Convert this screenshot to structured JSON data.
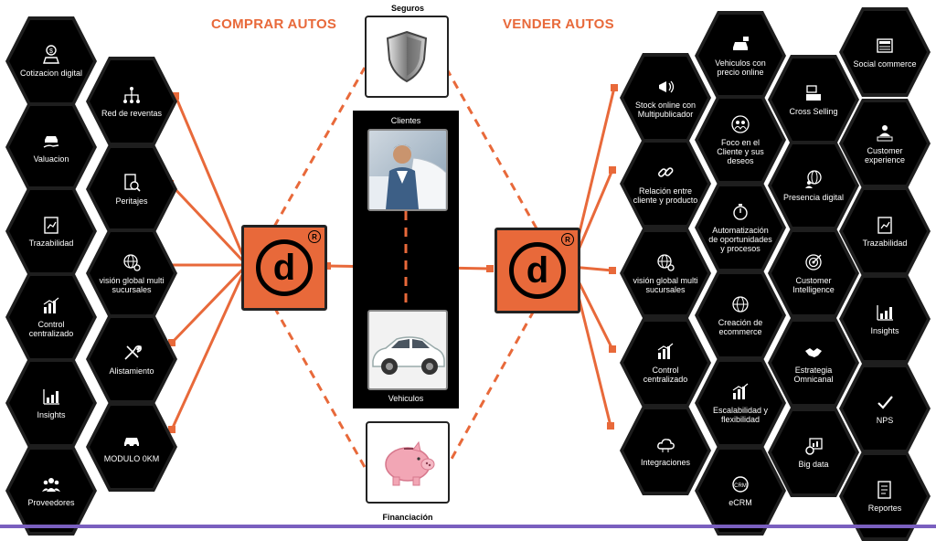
{
  "titles": {
    "comprar": "COMPRAR AUTOS",
    "vender": "VENDER AUTOS"
  },
  "boxes": {
    "seguros": "Seguros",
    "financiacion": "Financiación",
    "clientes": "Clientes",
    "vehiculos": "Vehiculos"
  },
  "logo": {
    "letter": "d",
    "reg": "R"
  },
  "colors": {
    "accent": "#e8693a",
    "hex_bg": "#000000",
    "hex_border": "#1e1e1e"
  },
  "left_hexes": [
    {
      "label": "Cotizacion digital",
      "icon": "dollar-car-icon"
    },
    {
      "label": "Red de reventas",
      "icon": "network-icon"
    },
    {
      "label": "Valuacion",
      "icon": "car-hand-icon"
    },
    {
      "label": "Peritajes",
      "icon": "document-search-icon"
    },
    {
      "label": "Trazabilidad",
      "icon": "clipboard-chart-icon"
    },
    {
      "label": "visión global multi sucursales",
      "icon": "globe-gear-icon"
    },
    {
      "label": "Control centralizado",
      "icon": "bar-chart-icon"
    },
    {
      "label": "Alistamiento",
      "icon": "tools-icon"
    },
    {
      "label": "Insights",
      "icon": "growth-chart-icon"
    },
    {
      "label": "MODULO 0KM",
      "icon": "car-icon"
    },
    {
      "label": "Proveedores",
      "icon": "people-icon"
    }
  ],
  "right_hexes": [
    {
      "label": "Vehiculos con precio online",
      "icon": "car-tag-icon"
    },
    {
      "label": "Social commerce",
      "icon": "news-icon"
    },
    {
      "label": "Stock online con Multipublicador",
      "icon": "megaphone-icon"
    },
    {
      "label": "Cross Selling",
      "icon": "register-icon"
    },
    {
      "label": "Foco en el Cliente y sus deseos",
      "icon": "people-circle-icon"
    },
    {
      "label": "Customer experience",
      "icon": "customer-icon"
    },
    {
      "label": "Relación entre cliente y producto",
      "icon": "link-icon"
    },
    {
      "label": "Presencia digital",
      "icon": "globe-person-icon"
    },
    {
      "label": "Automatización de oportunidades y procesos",
      "icon": "stopwatch-icon"
    },
    {
      "label": "Trazabilidad",
      "icon": "clipboard-chart-icon"
    },
    {
      "label": "visión global multi sucursales",
      "icon": "globe-gear-icon"
    },
    {
      "label": "Customer Intelligence",
      "icon": "target-icon"
    },
    {
      "label": "Creación de ecommerce",
      "icon": "globe-icon"
    },
    {
      "label": "Insights",
      "icon": "growth-chart-icon"
    },
    {
      "label": "Control centralizado",
      "icon": "bar-chart-icon"
    },
    {
      "label": "Estrategia Omnicanal",
      "icon": "handshake-icon"
    },
    {
      "label": "Escalabilidad y flexibilidad",
      "icon": "bar-chart-icon"
    },
    {
      "label": "NPS",
      "icon": "check-icon"
    },
    {
      "label": "Integraciones",
      "icon": "cloud-icon"
    },
    {
      "label": "Big data",
      "icon": "data-gear-icon"
    },
    {
      "label": "eCRM",
      "icon": "crm-icon"
    },
    {
      "label": "Reportes",
      "icon": "report-icon"
    }
  ]
}
